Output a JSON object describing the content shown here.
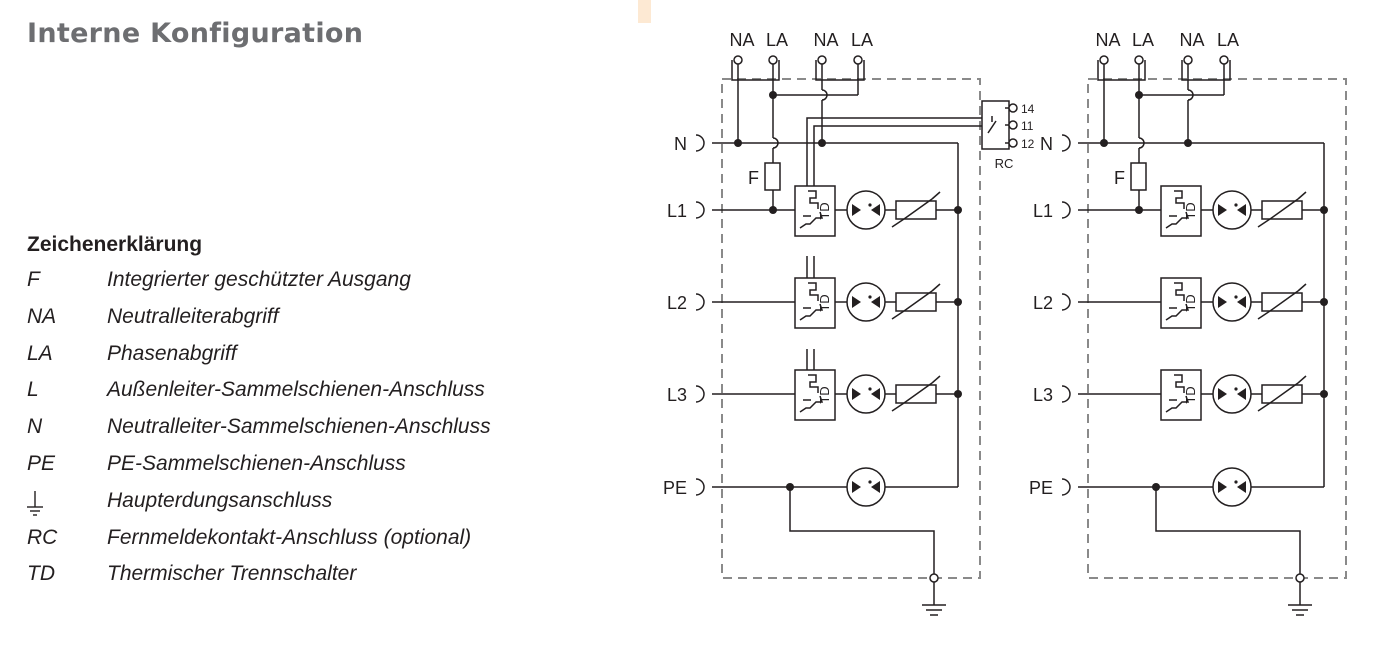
{
  "title": "Interne Konfiguration",
  "legend": {
    "heading": "Zeichenerklärung",
    "items": [
      {
        "abbr": "F",
        "desc": "Integrierter geschützter Ausgang"
      },
      {
        "abbr": "NA",
        "desc": "Neutralleiterabgriff"
      },
      {
        "abbr": "LA",
        "desc": "Phasenabgriff"
      },
      {
        "abbr": "L",
        "desc": "Außenleiter-Sammelschienen-Anschluss"
      },
      {
        "abbr": "N",
        "desc": "Neutralleiter-Sammelschienen-Anschluss"
      },
      {
        "abbr": "PE",
        "desc": "PE-Sammelschienen-Anschluss"
      },
      {
        "abbr": "",
        "desc": "Haupterdungsanschluss",
        "icon": "earth-icon"
      },
      {
        "abbr": "RC",
        "desc": "Fernmeldekontakt-Anschluss (optional)"
      },
      {
        "abbr": "TD",
        "desc": "Thermischer Trennschalter"
      }
    ]
  },
  "diagram": {
    "top_terminals": [
      "NA",
      "LA",
      "NA",
      "LA"
    ],
    "rows": [
      "N",
      "L1",
      "L2",
      "L3",
      "PE"
    ],
    "fuse_label": "F",
    "td_label": "TD",
    "rc": {
      "label": "RC",
      "pins": [
        "14",
        "11",
        "12"
      ]
    }
  },
  "colors": {
    "title": "#6d6e71",
    "accent": "#fde9d3",
    "line": "#231f20",
    "dashed_box": "#8a8a8a"
  }
}
